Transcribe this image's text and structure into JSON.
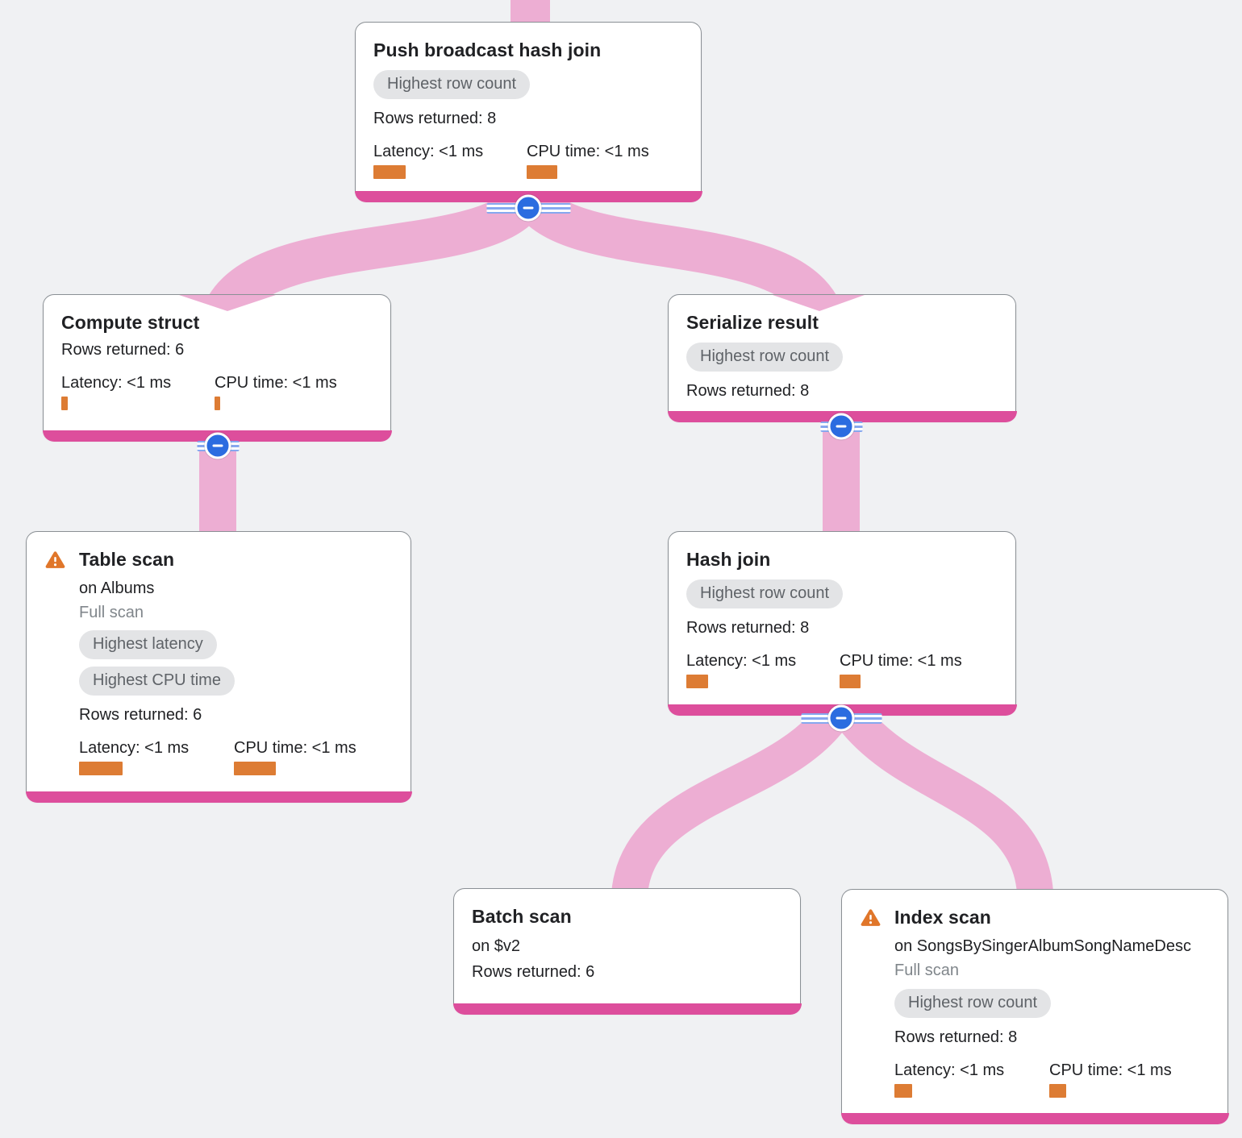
{
  "colors": {
    "background": "#f0f1f3",
    "flow": "#edaed3",
    "node_bar": "#dd4e9c",
    "metric_bar": "#dd7c34",
    "warning": "#e0762a",
    "badge_bg": "#e3e4e6",
    "badge_text": "#5f6368",
    "button_blue": "#2b6ce0",
    "stripe_blue": "#86a8ef",
    "text_primary": "#202124",
    "text_secondary": "#80868b",
    "card_border": "#8b9095"
  },
  "nodes": {
    "root": {
      "title": "Push broadcast hash join",
      "badges": [
        "Highest row count"
      ],
      "rows": "Rows returned: 8",
      "latency": "Latency: <1 ms",
      "cpu": "CPU time: <1 ms",
      "latency_bar_width": 40,
      "cpu_bar_width": 38
    },
    "compute_struct": {
      "title": "Compute struct",
      "rows": "Rows returned: 6",
      "latency": "Latency: <1 ms",
      "cpu": "CPU time: <1 ms",
      "latency_bar_width": 8,
      "cpu_bar_width": 7
    },
    "serialize_result": {
      "title": "Serialize result",
      "badges": [
        "Highest row count"
      ],
      "rows": "Rows returned: 8"
    },
    "table_scan": {
      "title": "Table scan",
      "has_warning": "true",
      "subtitle": "on Albums",
      "scan_type": "Full scan",
      "badges": [
        "Highest latency",
        "Highest CPU time"
      ],
      "rows": "Rows returned: 6",
      "latency": "Latency: <1 ms",
      "cpu": "CPU time: <1 ms",
      "latency_bar_width": 54,
      "cpu_bar_width": 52
    },
    "hash_join": {
      "title": "Hash join",
      "badges": [
        "Highest row count"
      ],
      "rows": "Rows returned: 8",
      "latency": "Latency: <1 ms",
      "cpu": "CPU time: <1 ms",
      "latency_bar_width": 27,
      "cpu_bar_width": 26
    },
    "batch_scan": {
      "title": "Batch scan",
      "subtitle": "on $v2",
      "rows": "Rows returned: 6"
    },
    "index_scan": {
      "title": "Index scan",
      "has_warning": "true",
      "subtitle": "on SongsBySingerAlbumSongNameDesc",
      "scan_type": "Full scan",
      "badges": [
        "Highest row count"
      ],
      "rows": "Rows returned: 8",
      "latency": "Latency: <1 ms",
      "cpu": "CPU time: <1 ms",
      "latency_bar_width": 22,
      "cpu_bar_width": 21
    }
  },
  "edges": [
    {
      "from": "parent (off-screen)",
      "to": "Push broadcast hash join"
    },
    {
      "from": "Push broadcast hash join",
      "to": "Compute struct"
    },
    {
      "from": "Push broadcast hash join",
      "to": "Serialize result"
    },
    {
      "from": "Compute struct",
      "to": "Table scan"
    },
    {
      "from": "Serialize result",
      "to": "Hash join"
    },
    {
      "from": "Hash join",
      "to": "Batch scan"
    },
    {
      "from": "Hash join",
      "to": "Index scan"
    }
  ]
}
